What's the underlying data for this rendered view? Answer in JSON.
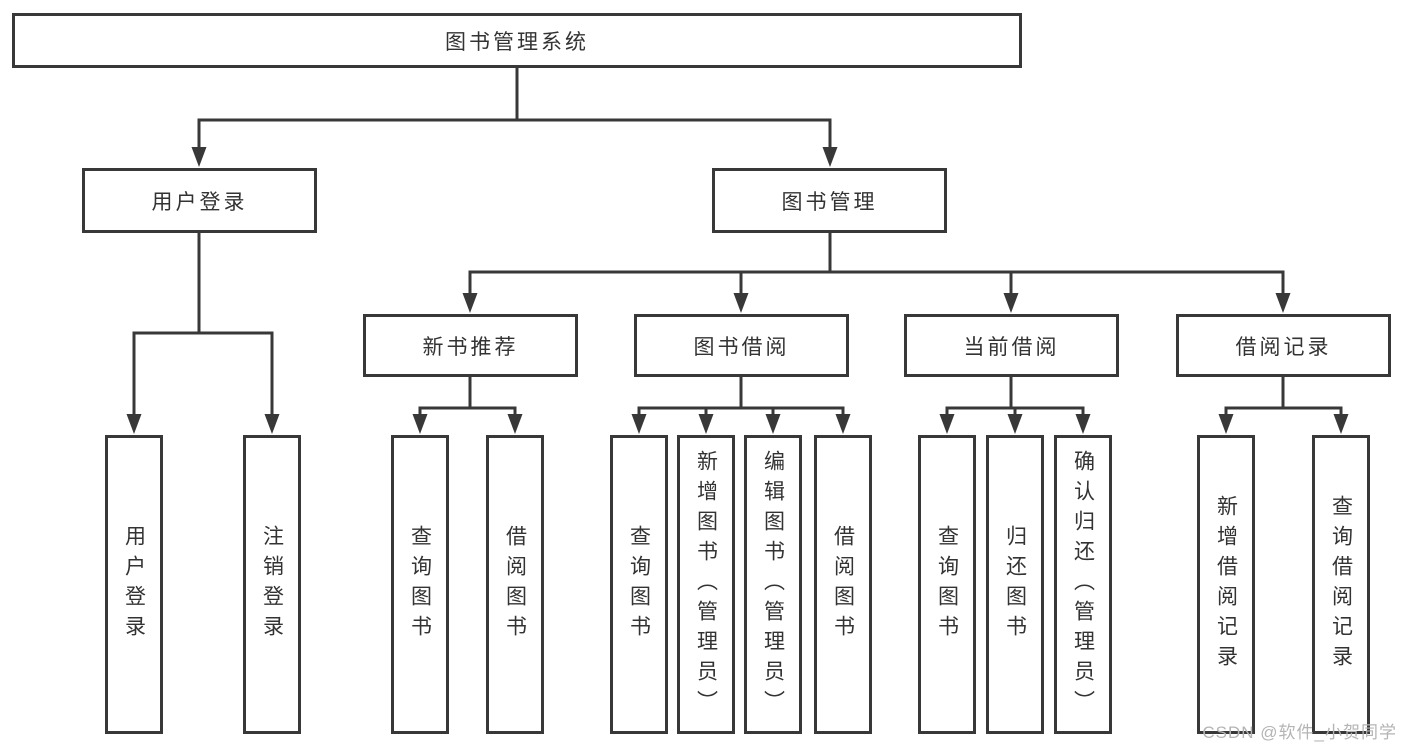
{
  "tree": {
    "label": "图书管理系统",
    "children": [
      {
        "label": "用户登录",
        "children": [
          {
            "label": "用户登录"
          },
          {
            "label": "注销登录"
          }
        ]
      },
      {
        "label": "图书管理",
        "children": [
          {
            "label": "新书推荐",
            "children": [
              {
                "label": "查询图书"
              },
              {
                "label": "借阅图书"
              }
            ]
          },
          {
            "label": "图书借阅",
            "children": [
              {
                "label": "查询图书"
              },
              {
                "label": "新增图书（管理员）"
              },
              {
                "label": "编辑图书（管理员）"
              },
              {
                "label": "借阅图书"
              }
            ]
          },
          {
            "label": "当前借阅",
            "children": [
              {
                "label": "查询图书"
              },
              {
                "label": "归还图书"
              },
              {
                "label": "确认归还（管理员）"
              }
            ]
          },
          {
            "label": "借阅记录",
            "children": [
              {
                "label": "新增借阅记录"
              },
              {
                "label": "查询借阅记录"
              }
            ]
          }
        ]
      }
    ]
  },
  "watermark": {
    "text": "CSDN @软件_小贺同学"
  },
  "colors": {
    "line": "#383838",
    "text": "#333333",
    "box-bg": "#ffffff",
    "watermark": "#b4b4b4"
  }
}
